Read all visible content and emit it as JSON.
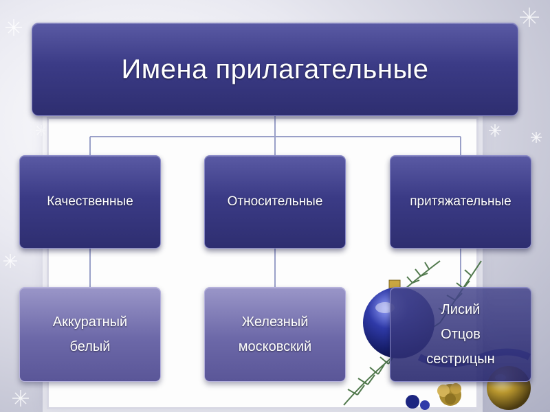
{
  "diagram": {
    "title": "Имена прилагательные",
    "categories": [
      {
        "label": "Качественные",
        "examples": [
          "Аккуратный",
          "белый"
        ]
      },
      {
        "label": "Относительные",
        "examples": [
          "Железный",
          "московский"
        ]
      },
      {
        "label": "притяжательные",
        "examples": [
          "Лисий",
          "Отцов",
          "сестрицын"
        ]
      }
    ]
  },
  "colors": {
    "box_dark": "#3b3b86",
    "box_light": "#6c68a8",
    "connector": "#9aa0c8",
    "text": "#ffffff"
  }
}
